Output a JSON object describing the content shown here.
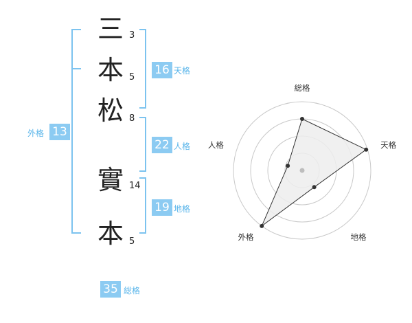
{
  "name": {
    "chars": [
      {
        "char": "三",
        "strokes": "3"
      },
      {
        "char": "本",
        "strokes": "5"
      },
      {
        "char": "松",
        "strokes": "8"
      },
      {
        "char": "實",
        "strokes": "14"
      },
      {
        "char": "本",
        "strokes": "5"
      }
    ]
  },
  "kaku": {
    "tenkaku": {
      "value": "16",
      "label": "天格"
    },
    "jinkaku": {
      "value": "22",
      "label": "人格"
    },
    "chikaku": {
      "value": "19",
      "label": "地格"
    },
    "gaikaku": {
      "value": "13",
      "label": "外格"
    },
    "soukaku": {
      "value": "35",
      "label": "総格"
    }
  },
  "chart_data": {
    "type": "radar",
    "axes": [
      "総格",
      "天格",
      "地格",
      "外格",
      "人格"
    ],
    "values": [
      0.75,
      0.98,
      0.3,
      1.0,
      0.22
    ],
    "rings": 4,
    "colors": {
      "fill": "#ededed",
      "stroke": "#333333",
      "point": "#333333",
      "grid": "#c8c8c8",
      "center": "#bdbdbd"
    }
  },
  "colors": {
    "accent": "#8ccbf2",
    "accent_text": "#5ab5ea",
    "bracket": "#7cc3ef"
  }
}
